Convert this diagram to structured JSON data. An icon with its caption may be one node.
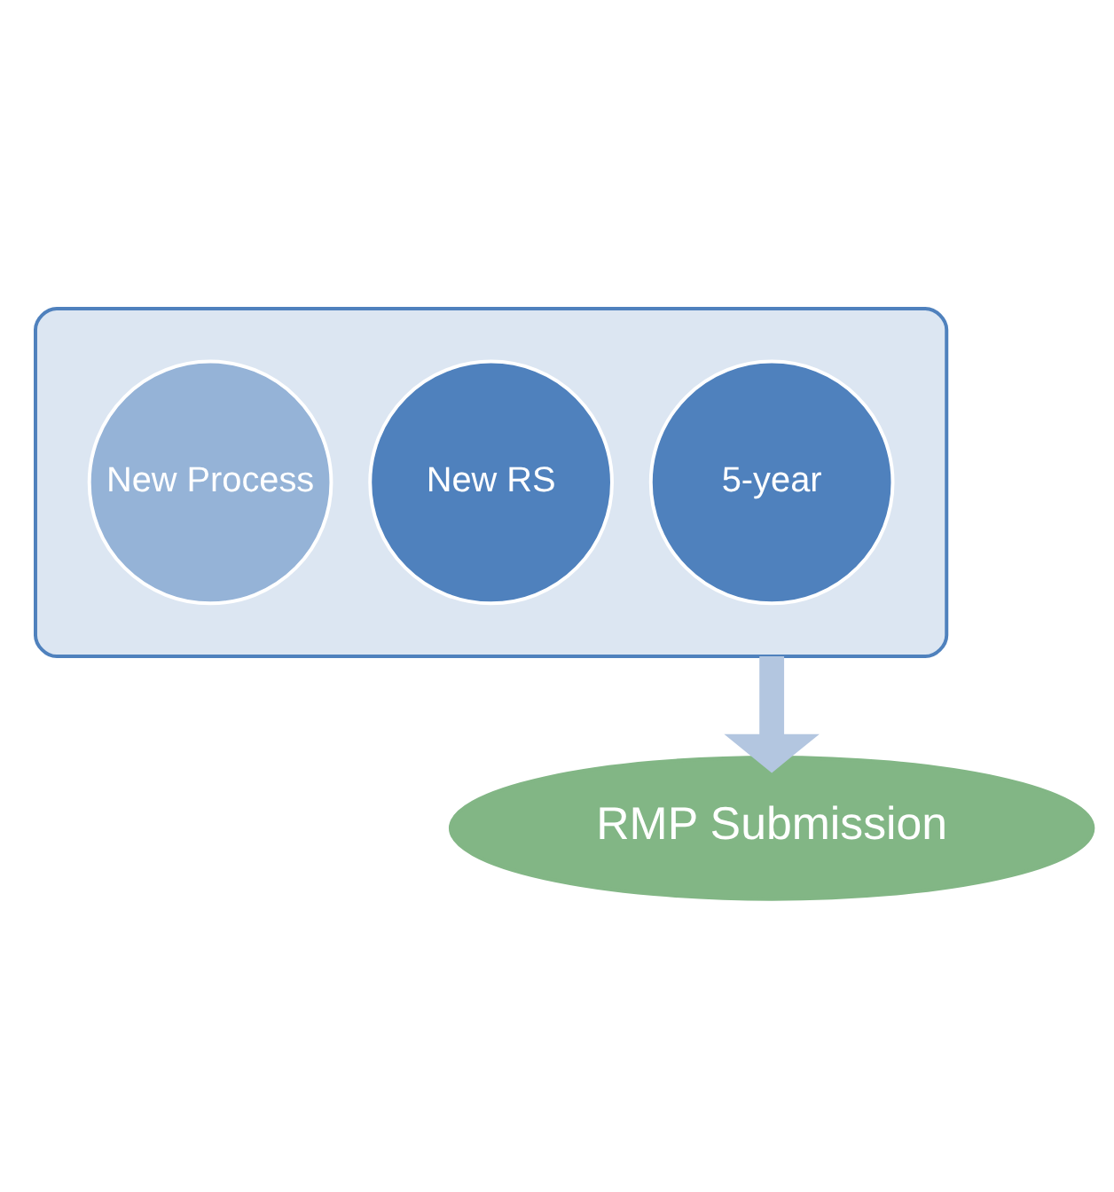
{
  "diagram": {
    "nodes": [
      {
        "text": [],
        "shape": "funnel"
      },
      {
        "text": [
          "5-year"
        ],
        "in": 0
      },
      {
        "text": [
          "New RS"
        ],
        "in": 0
      },
      {
        "text": [
          "New Process"
        ],
        "in": 0
      },
      {
        "text": [
          "RMP Submission"
        ]
      }
    ],
    "edges": [
      {
        "from": 0,
        "to": 4,
        "arrow": "to"
      }
    ]
  }
}
